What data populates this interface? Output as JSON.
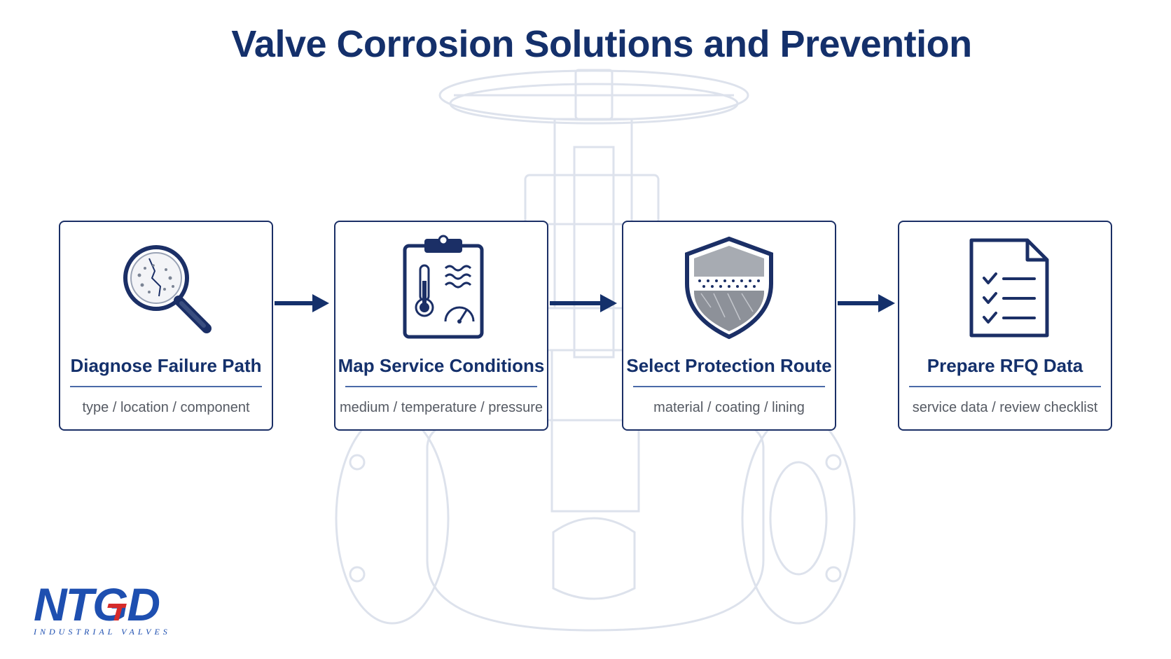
{
  "page": {
    "title": "Valve Corrosion Solutions and Prevention"
  },
  "colors": {
    "navy": "#14306b",
    "border": "#1b2f66",
    "subtext": "#555a63",
    "logo_blue": "#1e4fb0",
    "logo_red": "#d62b2b"
  },
  "steps": [
    {
      "title": "Diagnose Failure Path",
      "sub": "type / location / component",
      "icon": "magnifier-icon"
    },
    {
      "title": "Map Service Conditions",
      "sub": "medium / temperature / pressure",
      "icon": "clipboard-icon"
    },
    {
      "title": "Select Protection Route",
      "sub": "material / coating / lining",
      "icon": "shield-icon"
    },
    {
      "title": "Prepare RFQ Data",
      "sub": "service data / review checklist",
      "icon": "checklist-document-icon"
    }
  ],
  "logo": {
    "mark": "NTGD",
    "tagline": "INDUSTRIAL VALVES"
  }
}
